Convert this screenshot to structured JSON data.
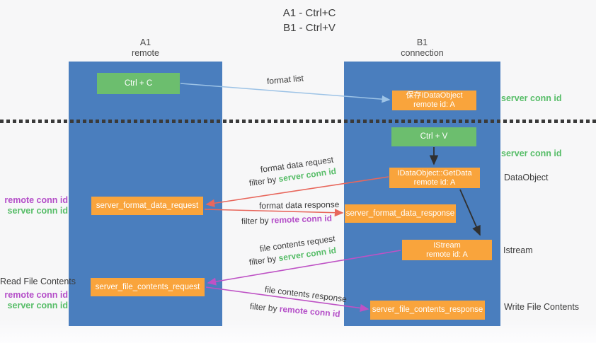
{
  "title": {
    "line1": "A1 - Ctrl+C",
    "line2": "B1 - Ctrl+V"
  },
  "columns": {
    "left": {
      "name": "A1",
      "subtitle": "remote"
    },
    "right": {
      "name": "B1",
      "subtitle": "connection"
    }
  },
  "nodes": {
    "ctrl_c": "Ctrl + C",
    "ctrl_v": "Ctrl + V",
    "save_dataobject": {
      "line1": "保存IDataObject",
      "line2": "remote id: A"
    },
    "getdata": {
      "line1": "IDataObject::GetData",
      "line2": "remote id: A"
    },
    "istream": {
      "line1": "IStream",
      "line2": "remote id: A"
    },
    "format_request": "server_format_data_request",
    "format_response": "server_format_data_response",
    "file_request": "server_file_contents_request",
    "file_response": "server_file_contents_response"
  },
  "labels": {
    "format_list": "format list",
    "format_data_request": "format data request",
    "format_data_response": "format data response",
    "file_contents_request": "file contents request",
    "file_contents_response": "file contents response",
    "filter_by": "filter by ",
    "server_conn_id": "server conn id",
    "remote_conn_id": "remote conn id",
    "dataobject": "DataObject",
    "istream": "Istream",
    "read_file_contents": "Read File Contents",
    "write_file_contents": "Write File Contents"
  },
  "colors": {
    "column_blue": "#4A7EBE",
    "node_orange": "#F9A43C",
    "node_green": "#6CBE6E",
    "text_dark": "#3B3B3B",
    "green_label": "#57BD68",
    "purple_label": "#B44EC8",
    "arrow_blue": "#9DC3E6",
    "arrow_red": "#E8675C",
    "arrow_magenta": "#BE52C5",
    "arrow_black": "#303030",
    "bg": "#F7F7F8"
  }
}
